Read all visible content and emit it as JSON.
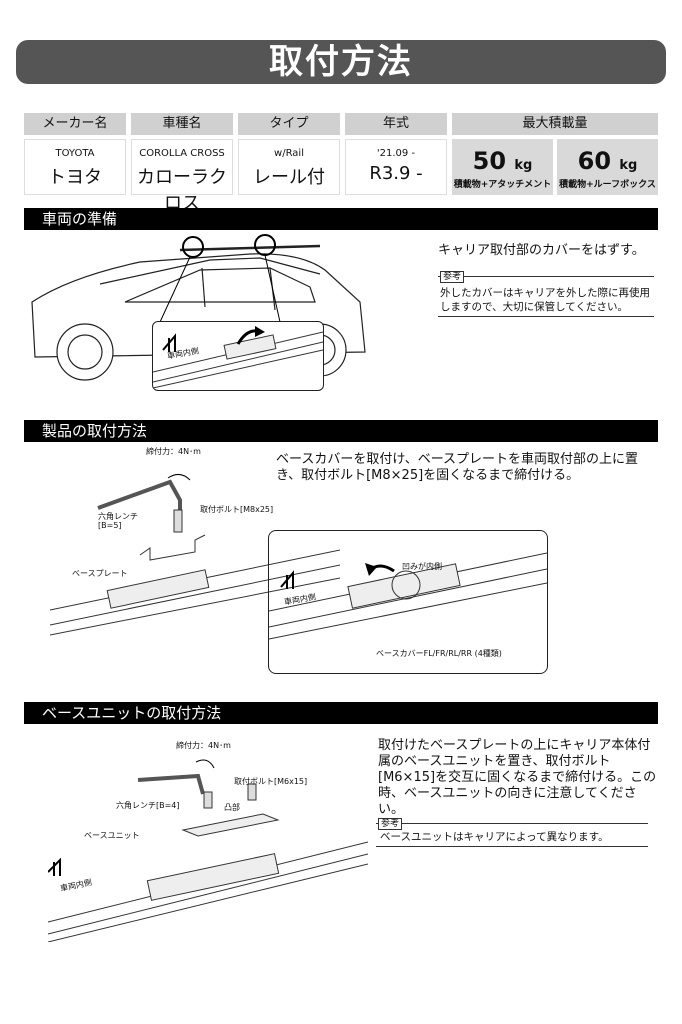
{
  "title": "取付方法",
  "spec": {
    "headers": [
      "メーカー名",
      "車種名",
      "タイプ",
      "年式",
      "最大積載量"
    ],
    "maker": {
      "en": "TOYOTA",
      "jp": "トヨタ"
    },
    "model": {
      "en": "COROLLA CROSS",
      "jp": "カローラクロス"
    },
    "type": {
      "en": "w/Rail",
      "jp": "レール付"
    },
    "year": {
      "en": "'21.09 -",
      "jp": "R3.9 -"
    },
    "loads": [
      {
        "value": "50",
        "unit": "kg",
        "note": "積載物+アタッチメント"
      },
      {
        "value": "60",
        "unit": "kg",
        "note": "積載物+ルーフボックス"
      }
    ]
  },
  "sections": {
    "prep": {
      "title": "車両の準備",
      "text": "キャリア取付部のカバーをはずす。",
      "note_label": "参考",
      "note": "外したカバーはキャリアを外した際に再使用しますので、大切に保管してください。",
      "label_inside": "車両内側"
    },
    "product": {
      "title": "製品の取付方法",
      "text": "ベースカバーを取付け、ベースプレートを車両取付部の上に置き、取付ボルト[M8×25]を固くなるまで締付ける。",
      "labels": {
        "torque": "締付力：4N･m",
        "wrench": "六角レンチ",
        "wrench_size": "[B=5]",
        "bolt": "取付ボルト[M8x25]",
        "plate": "ベースプレート",
        "inside": "車両内側",
        "concave": "凹みが内側",
        "cover": "ベースカバーFL/FR/RL/RR (4種類)"
      }
    },
    "unit": {
      "title": "ベースユニットの取付方法",
      "text": "取付けたベースプレートの上にキャリア本体付属のベースユニットを置き、取付ボルト[M6×15]を交互に固くなるまで締付ける。この時、ベースユニットの向きに注意してください。",
      "note_label": "参考",
      "note": "ベースユニットはキャリアによって異なります。",
      "labels": {
        "torque": "締付力：4N･m",
        "bolt": "取付ボルト[M6x15]",
        "wrench": "六角レンチ[B=4]",
        "convex": "凸部",
        "unit": "ベースユニット",
        "inside": "車両内側"
      }
    }
  }
}
